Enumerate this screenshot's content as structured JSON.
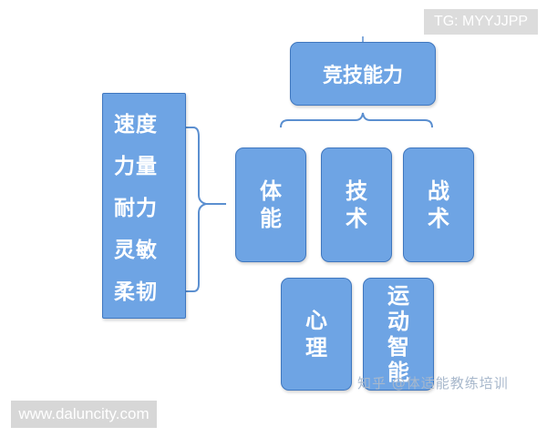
{
  "badge": "TG: MYYJJPP",
  "top_label": "竞技能力",
  "left_items": [
    "速度",
    "力量",
    "耐力",
    "灵敏",
    "柔韧"
  ],
  "boxes": {
    "physical": "体能",
    "technique": "技术",
    "tactics": "战术",
    "psychology": "心理",
    "sport_iq": "运动智能"
  },
  "watermark": "知乎 @体适能教练培训",
  "site_url": "www.daluncity.com",
  "colors": {
    "box_fill": "#6ea4e4",
    "box_border": "#3f77bf",
    "connector": "#5b8fd0"
  }
}
